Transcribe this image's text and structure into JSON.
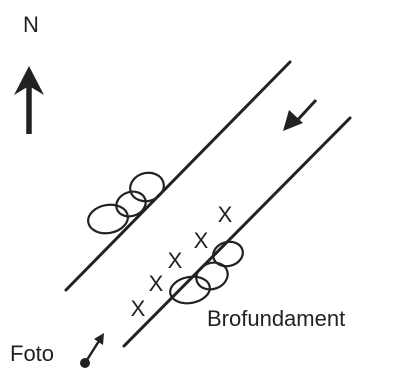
{
  "north_label": "N",
  "foundation_label": "Brofundament",
  "photo_label": "Foto",
  "icons": {
    "north": "north-arrow-icon",
    "flow": "flow-direction-arrow-icon",
    "photo": "photo-position-icon"
  },
  "marks": {
    "x_symbol": "X"
  }
}
